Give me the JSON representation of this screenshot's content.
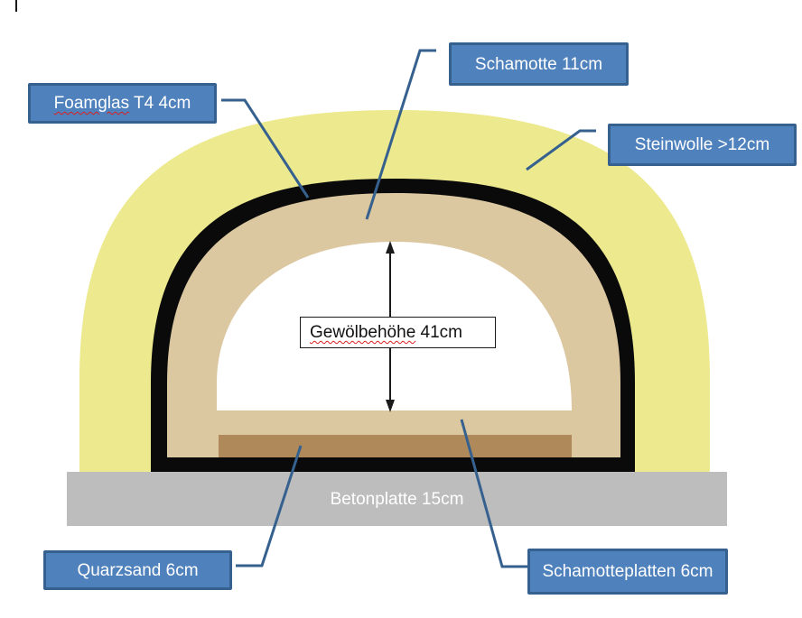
{
  "diagram": {
    "callouts": {
      "foamglas": {
        "flagged": "Foamglas",
        "rest": " T4 4cm"
      },
      "schamotte": {
        "text": "Schamotte 11cm"
      },
      "steinwolle": {
        "text": "Steinwolle >12cm"
      },
      "quarzsand": {
        "text": "Quarzsand 6cm"
      },
      "schamotteplatten": {
        "text": "Schamotteplatten 6cm"
      }
    },
    "dimension_label": {
      "flagged": "Gewölbehöhe",
      "rest": " 41cm"
    },
    "slab_label": "Betonplatte 15cm",
    "colors": {
      "steinwolle": "#ECE98E",
      "schamotte": "#DBC7A0",
      "quarzsand": "#B0895A",
      "betonplatte": "#BDBDBD",
      "outline": "#0A0A0A",
      "chamber": "#FFFFFF",
      "callout_fill": "#4F81BD",
      "callout_border": "#36618F",
      "leader": "#36618F",
      "arrow": "#1A1A1A",
      "squiggle": "#DD1F1F"
    }
  }
}
